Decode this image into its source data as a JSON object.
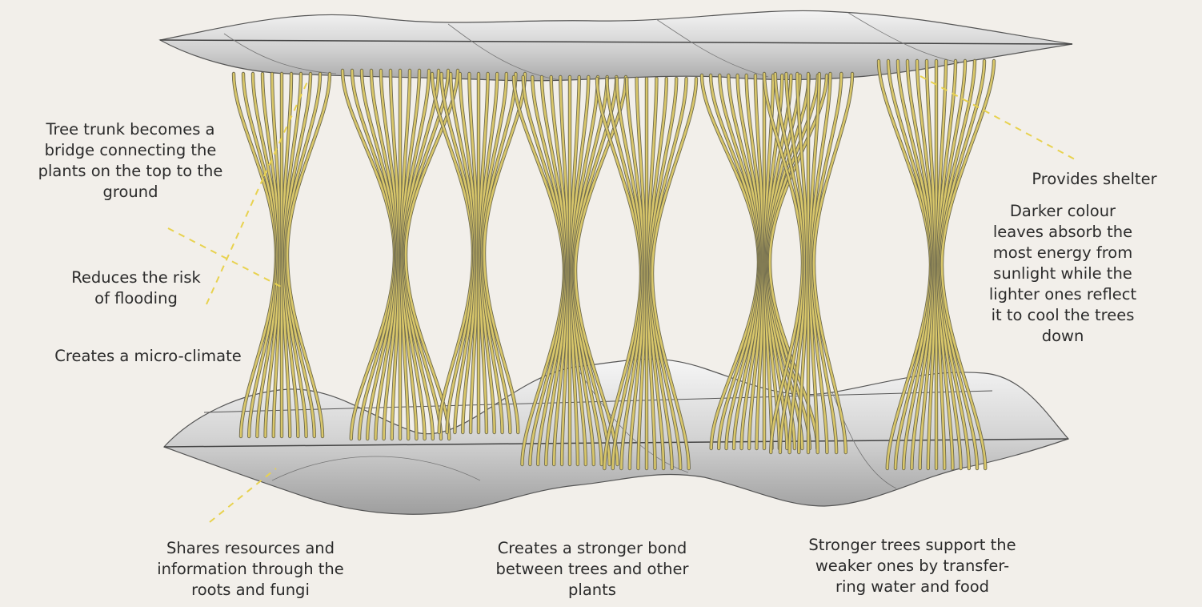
{
  "diagram": {
    "stroke_colour": "#d9c76a",
    "leader_colour": "#e8d24f",
    "surface_colour": "#cfcfcf"
  },
  "labels": {
    "bridge": [
      "Tree trunk becomes a",
      "bridge connecting the",
      "plants on the top to the",
      "ground"
    ],
    "flooding": [
      "Reduces the risk",
      "of flooding"
    ],
    "microclimate": [
      "Creates a micro-climate"
    ],
    "shelter": [
      "Provides shelter"
    ],
    "colour": [
      "Darker colour",
      "leaves absorb the",
      "most energy from",
      "sunlight while the",
      "lighter ones reflect",
      "it to cool the trees",
      "down"
    ],
    "resources": [
      "Shares resources and",
      "information through the",
      "roots and fungi"
    ],
    "bond": [
      "Creates a stronger bond",
      "between trees and other",
      "plants"
    ],
    "support": [
      "Stronger trees support the",
      "weaker ones by transfer-",
      "ring water and food"
    ]
  }
}
